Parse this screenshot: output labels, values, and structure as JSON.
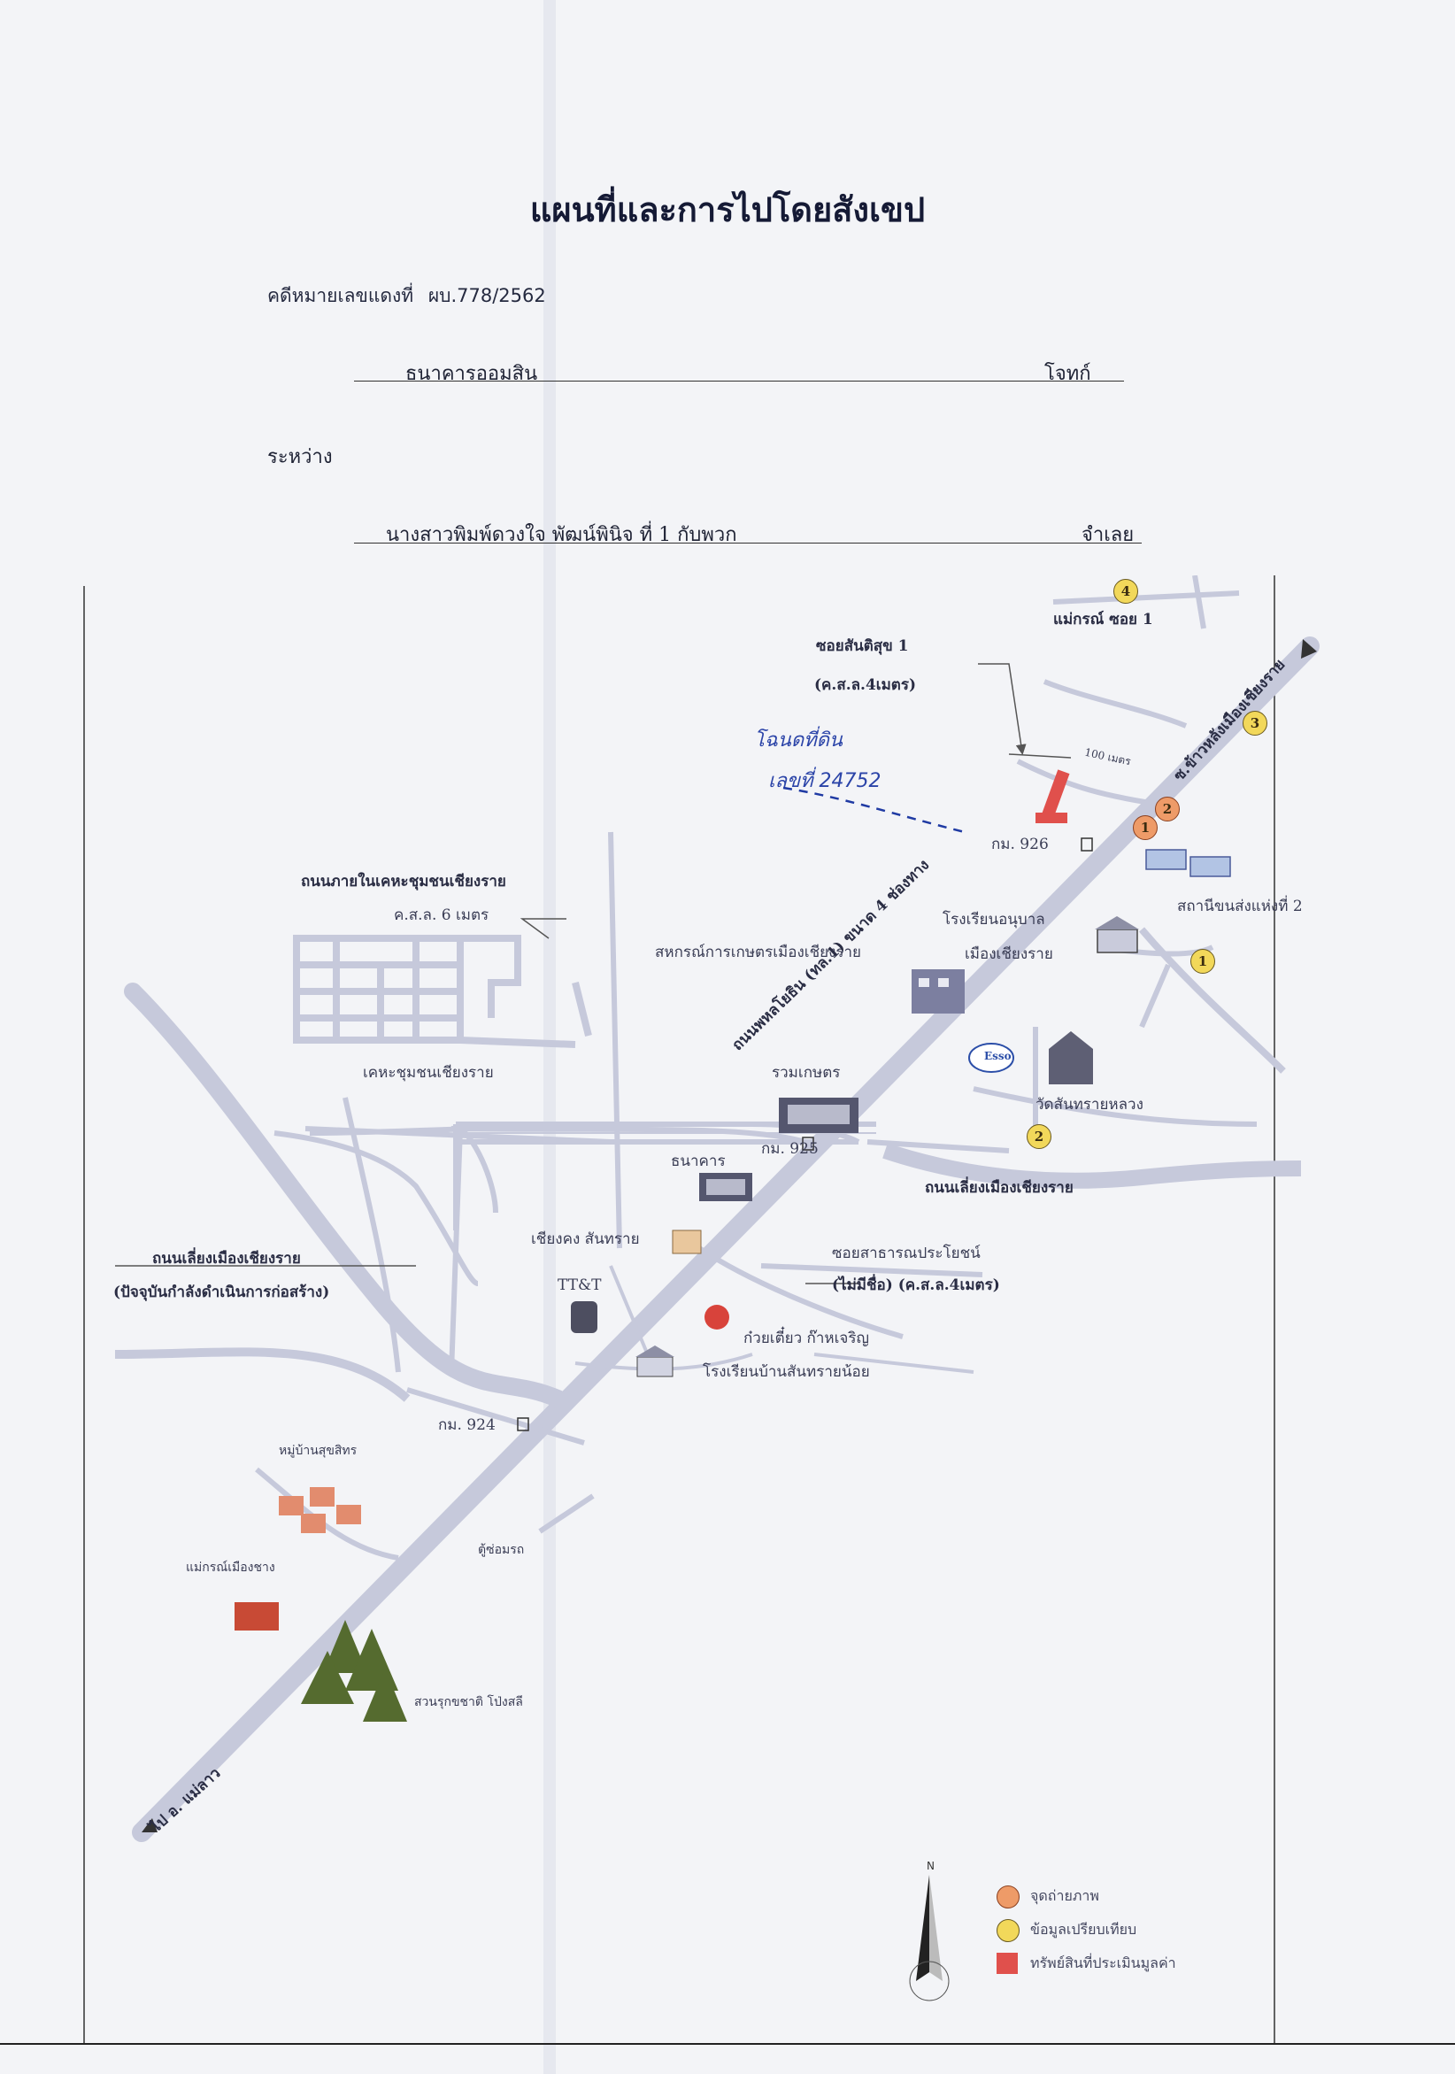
{
  "header": {
    "title": "แผนที่และการไปโดยสังเขป",
    "case_label": "คดีหมายเลขแดงที่",
    "case_number": "ผบ.778/2562",
    "plaintiff": "ธนาคารออมสิน",
    "plaintiff_role": "โจทก์",
    "between": "ระหว่าง",
    "defendant": "นางสาวพิมพ์ดวงใจ  พัฒน์พินิจ  ที่ 1 กับพวก",
    "defendant_role": "จำเลย"
  },
  "map": {
    "handwritten": {
      "line1": "โฉนดที่ดิน",
      "line2": "เลขที่ 24752"
    },
    "labels": {
      "soi_santisuk": "ซอยสันติสุข 1",
      "soi_santisuk_sub": "(ค.ส.ล.4เมตร)",
      "distance": "100 เมตร",
      "maekorn": "แม่กรณ์ ซอย 1",
      "main_road_ne": "ซ.ข้าวหลังเมืองเชียงราย",
      "km926": "กม. 926",
      "school_anuban": "โรงเรียนอนุบาล",
      "school_anuban2": "เมืองเชียงราย",
      "bus_station": "สถานีขนส่งแห่งที่ 2",
      "coop": "สหกรณ์การเกษตรเมืองเชียงราย",
      "housing_road": "ถนนภายในเคหะชุมชนเชียงราย",
      "housing_road_sub": "ค.ส.ล. 6 เมตร",
      "housing": "เคหะชุมชนเชียงราย",
      "esso": "Esso",
      "ruamkaset": "รวมเกษตร",
      "wat": "วัดสันทรายหลวง",
      "km925": "กม. 925",
      "bank": "ธนาคาร",
      "highway": "ถนนพหลโยธิน (ทล.1) ขนาด 4 ช่องทาง",
      "bypass_east": "ถนนเลี่ยงเมืองเชียงราย",
      "chiangkong": "เชียงคง สันทราย",
      "soi_public": "ซอยสาธารณประโยชน์",
      "soi_public_sub": "(ไม่มีชื่อ) (ค.ส.ล.4เมตร)",
      "bypass_west": "ถนนเลี่ยงเมืองเชียงราย",
      "bypass_west_sub": "(ปัจจุบันกำลังดำเนินการก่อสร้าง)",
      "ttt": "TT&T",
      "noodle": "ก๋วยเตี๋ยว ก๊าหเจริญ",
      "school_santhrai": "โรงเรียนบ้านสันทรายน้อย",
      "km924": "กม. 924",
      "village": "หมู่บ้านสุขสิทร",
      "phone_booth": "ตู้ซ่อมรถ",
      "factory": "แม่กรณ์เมืองชาง",
      "park": "สวนรุกขชาติ โป่งสลี",
      "to_maelao": "ไป อ. แม่ลาว"
    },
    "markers": {
      "y4": "4",
      "o2": "2",
      "o1": "1",
      "y3": "3",
      "y1": "1",
      "y2": "2"
    },
    "colors": {
      "road": "#c6c9db",
      "marker_photo": "#ee9b68",
      "marker_info": "#f2d85a",
      "property": "#e0504c"
    }
  },
  "legend": {
    "items": [
      {
        "label": "จุดถ่ายภาพ",
        "color": "#ee9b68",
        "shape": "circle"
      },
      {
        "label": "ข้อมูลเปรียบเทียบ",
        "color": "#f2d85a",
        "shape": "circle"
      },
      {
        "label": "ทรัพย์สินที่ประเมินมูลค่า",
        "color": "#e0504c",
        "shape": "square"
      }
    ],
    "north": "N"
  }
}
